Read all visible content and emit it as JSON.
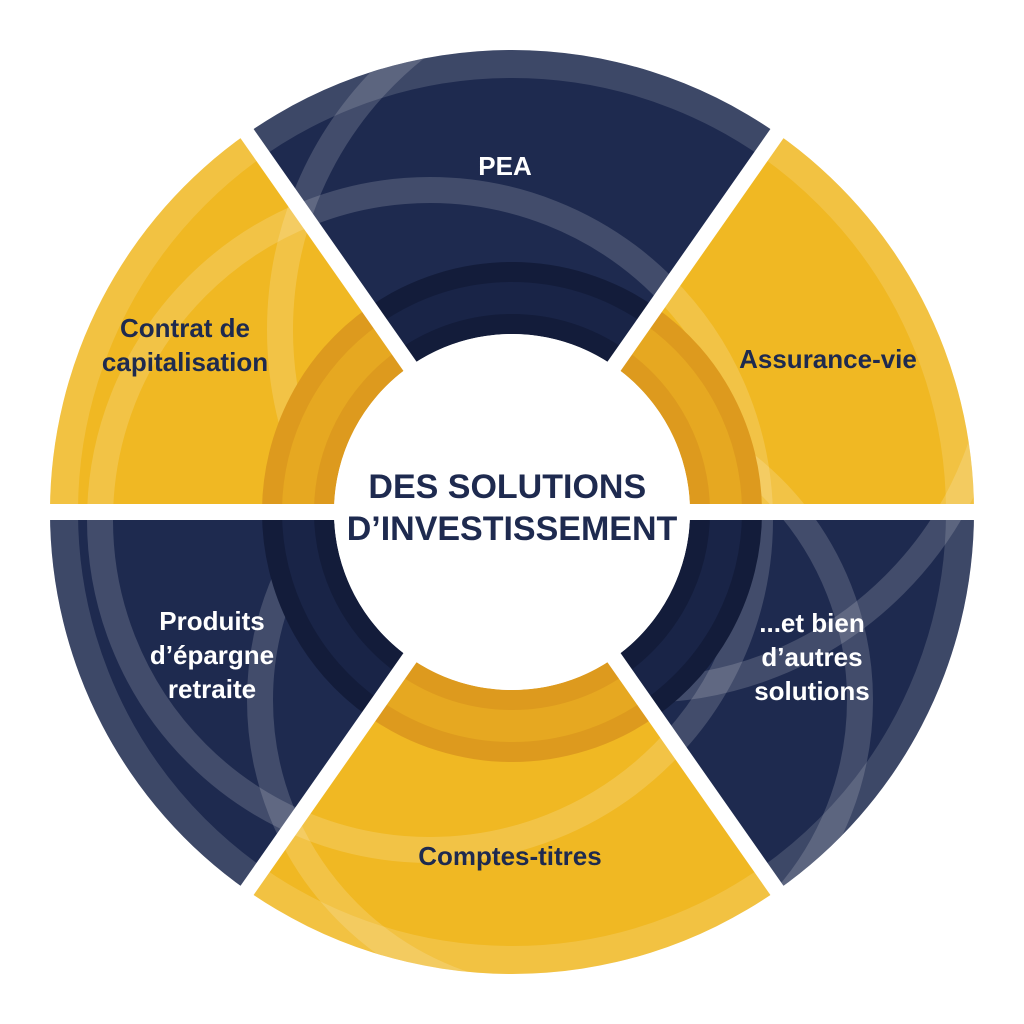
{
  "center": {
    "title_lines": [
      "DES SOLUTIONS",
      "D’INVESTISSEMENT"
    ]
  },
  "segments": [
    {
      "id": "pea",
      "label_lines": [
        "PEA"
      ],
      "fill": "#1e2a4f",
      "text_color": "#ffffff"
    },
    {
      "id": "assurance-vie",
      "label_lines": [
        "Assurance-vie"
      ],
      "fill": "#f0b823",
      "text_color": "#1e2a4f"
    },
    {
      "id": "autres-solutions",
      "label_lines": [
        "...et bien",
        "d’autres",
        "solutions"
      ],
      "fill": "#1e2a4f",
      "text_color": "#ffffff"
    },
    {
      "id": "comptes-titres",
      "label_lines": [
        "Comptes-titres"
      ],
      "fill": "#f0b823",
      "text_color": "#1e2a4f"
    },
    {
      "id": "produits-epargne-retraite",
      "label_lines": [
        "Produits",
        "d’épargne",
        "retraite"
      ],
      "fill": "#1e2a4f",
      "text_color": "#ffffff"
    },
    {
      "id": "contrat-capitalisation",
      "label_lines": [
        "Contrat de",
        "capitalisation"
      ],
      "fill": "#f0b823",
      "text_color": "#1e2a4f"
    }
  ],
  "colors": {
    "navy": "#1e2a4f",
    "yellow": "#f0b823",
    "dark_yellow": "#dd9a1e",
    "overlay_light": "#ffffff",
    "center_text": "#1e2a4f",
    "center_fill": "#ffffff"
  }
}
